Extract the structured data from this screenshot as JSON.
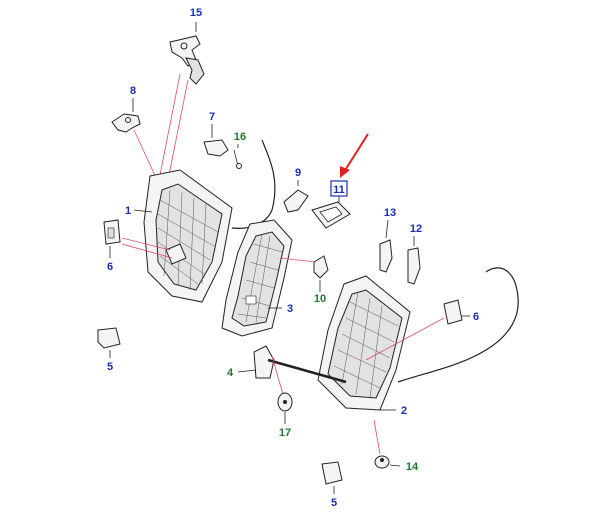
{
  "callouts": [
    {
      "id": "c15",
      "text": "15",
      "color": "blue"
    },
    {
      "id": "c8",
      "text": "8",
      "color": "blue"
    },
    {
      "id": "c7",
      "text": "7",
      "color": "blue"
    },
    {
      "id": "c16",
      "text": "16",
      "color": "green"
    },
    {
      "id": "c9",
      "text": "9",
      "color": "blue"
    },
    {
      "id": "c11",
      "text": "11",
      "color": "blue",
      "highlighted": true
    },
    {
      "id": "c1",
      "text": "1",
      "color": "blue"
    },
    {
      "id": "c13",
      "text": "13",
      "color": "blue"
    },
    {
      "id": "c12",
      "text": "12",
      "color": "blue"
    },
    {
      "id": "c6a",
      "text": "6",
      "color": "blue"
    },
    {
      "id": "c10",
      "text": "10",
      "color": "green"
    },
    {
      "id": "c3",
      "text": "3",
      "color": "blue"
    },
    {
      "id": "c6b",
      "text": "6",
      "color": "blue"
    },
    {
      "id": "c5a",
      "text": "5",
      "color": "blue"
    },
    {
      "id": "c4",
      "text": "4",
      "color": "green"
    },
    {
      "id": "c2",
      "text": "2",
      "color": "blue"
    },
    {
      "id": "c17",
      "text": "17",
      "color": "green"
    },
    {
      "id": "c14",
      "text": "14",
      "color": "green"
    },
    {
      "id": "c5b",
      "text": "5",
      "color": "blue"
    }
  ],
  "colors": {
    "callout_blue": "#1a2fb8",
    "callout_green": "#1f7a2a",
    "highlight_arrow": "#e02020",
    "leader_pink": "#e04a6a"
  },
  "highlight": {
    "part": "11",
    "indicator": "red-arrow-icon"
  }
}
